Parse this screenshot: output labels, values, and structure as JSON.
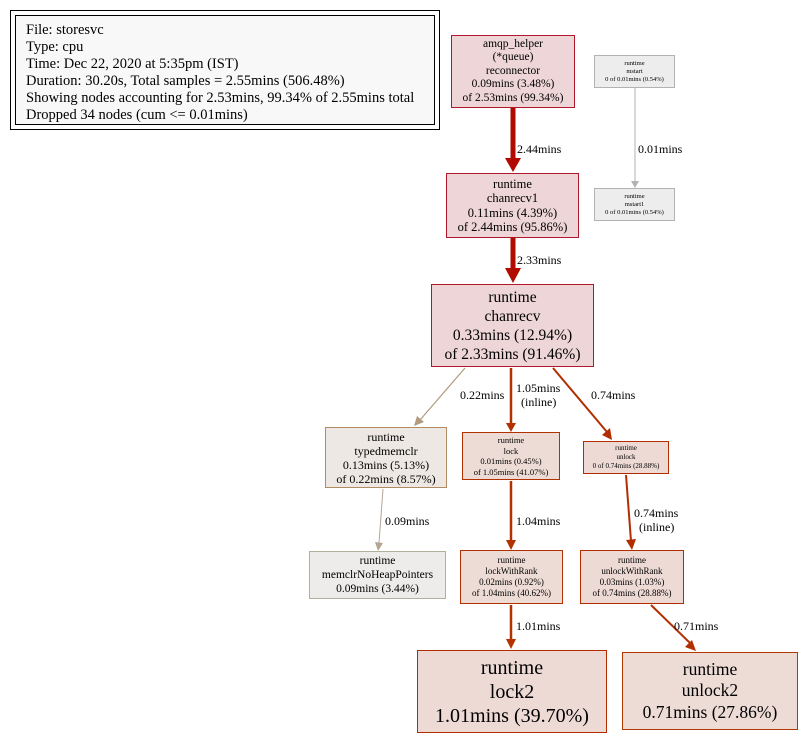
{
  "legend": {
    "lines": [
      "File: storesvc",
      "Type: cpu",
      "Time: Dec 22, 2020 at 5:35pm (IST)",
      "Duration: 30.20s, Total samples = 2.55mins (506.48%)",
      "Showing nodes accounting for 2.53mins, 99.34% of 2.55mins total",
      "Dropped 34 nodes (cum <= 0.01mins)"
    ]
  },
  "nodes": {
    "amqp": {
      "lines": [
        "amqp_helper",
        "(*queue)",
        "reconnector",
        "0.09mins (3.48%)",
        "of 2.53mins (99.34%)"
      ]
    },
    "mstart": {
      "lines": [
        "runtime",
        "mstart",
        "0 of 0.01mins (0.54%)"
      ]
    },
    "mstart1": {
      "lines": [
        "runtime",
        "mstart1",
        "0 of 0.01mins (0.54%)"
      ]
    },
    "chanrecv1": {
      "lines": [
        "runtime",
        "chanrecv1",
        "0.11mins (4.39%)",
        "of 2.44mins (95.86%)"
      ]
    },
    "chanrecv": {
      "lines": [
        "runtime",
        "chanrecv",
        "0.33mins (12.94%)",
        "of 2.33mins (91.46%)"
      ]
    },
    "typedmemclr": {
      "lines": [
        "runtime",
        "typedmemclr",
        "0.13mins (5.13%)",
        "of 0.22mins (8.57%)"
      ]
    },
    "lock": {
      "lines": [
        "runtime",
        "lock",
        "0.01mins (0.45%)",
        "of 1.05mins (41.07%)"
      ]
    },
    "unlock": {
      "lines": [
        "runtime",
        "unlock",
        "0 of 0.74mins (28.88%)"
      ]
    },
    "memclr": {
      "lines": [
        "runtime",
        "memclrNoHeapPointers",
        "0.09mins (3.44%)"
      ]
    },
    "lockWithRank": {
      "lines": [
        "runtime",
        "lockWithRank",
        "0.02mins (0.92%)",
        "of 1.04mins (40.62%)"
      ]
    },
    "unlockWithRank": {
      "lines": [
        "runtime",
        "unlockWithRank",
        "0.03mins (1.03%)",
        "of 0.74mins (28.88%)"
      ]
    },
    "lock2": {
      "lines": [
        "runtime",
        "lock2",
        "1.01mins (39.70%)"
      ]
    },
    "unlock2": {
      "lines": [
        "runtime",
        "unlock2",
        "0.71mins (27.86%)"
      ]
    }
  },
  "edges": {
    "amqp_chanrecv1": {
      "label": "2.44mins",
      "color": "#b20900"
    },
    "mstart_mstart1": {
      "label": "0.01mins",
      "color": "#b2b2b2"
    },
    "chanrecv1_chanrecv": {
      "label": "2.33mins",
      "color": "#b20b00"
    },
    "chanrecv_typedmemclr": {
      "label": "0.22mins",
      "color": "#b29a7e"
    },
    "chanrecv_lock": {
      "label": "1.05mins",
      "label2": "(inline)",
      "color": "#b23100"
    },
    "chanrecv_unlock": {
      "label": "0.74mins",
      "color": "#b22e00"
    },
    "typedmemclr_memclr": {
      "label": "0.09mins",
      "color": "#b2a693"
    },
    "lock_lockWithRank": {
      "label": "1.04mins",
      "color": "#b23100"
    },
    "unlock_unlockWithRank": {
      "label": "0.74mins",
      "label2": "(inline)",
      "color": "#b22e00"
    },
    "lockWithRank_lock2": {
      "label": "1.01mins",
      "color": "#b23200"
    },
    "unlockWithRank_unlock2": {
      "label": "0.71mins",
      "color": "#b23000"
    }
  }
}
